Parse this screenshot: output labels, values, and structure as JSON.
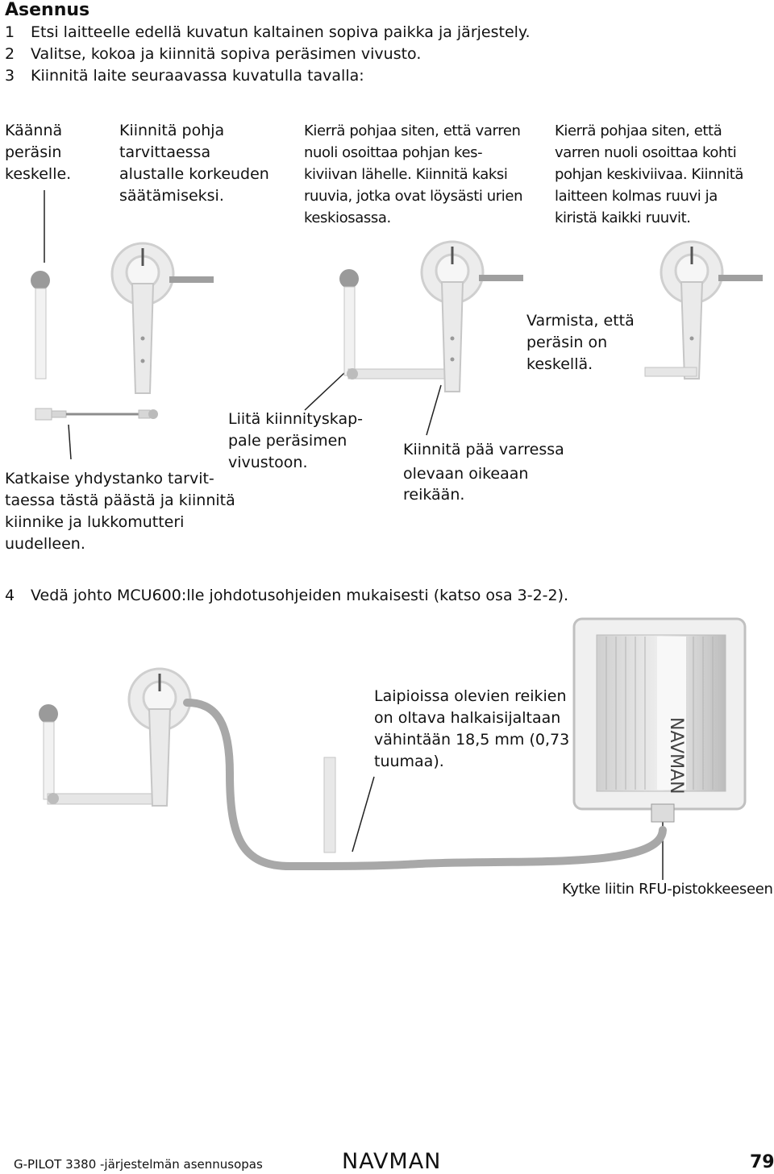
{
  "heading": "Asennus",
  "steps": [
    {
      "num": "1",
      "text": "Etsi laitteelle edellä kuvatun kaltainen sopiva paikka ja järjestely."
    },
    {
      "num": "2",
      "text": "Valitse, kokoa ja kiinnitä sopiva peräsimen vivusto."
    },
    {
      "num": "3",
      "text": "Kiinnitä laite seuraavassa kuvatulla tavalla:"
    }
  ],
  "captions_top": [
    {
      "lines": [
        "Käännä",
        "peräsin",
        "keskelle."
      ]
    },
    {
      "lines": [
        "Kiinnitä pohja",
        "tarvittaessa",
        "alustalle korkeuden",
        "säätämiseksi."
      ]
    },
    {
      "lines": [
        "Kierrä pohjaa siten, että varren",
        "nuoli osoittaa pohjan kes-",
        "kiviivan lähelle. Kiinnitä kaksi",
        "ruuvia, jotka ovat löysästi urien",
        "keskiosassa."
      ]
    },
    {
      "lines": [
        "Kierrä pohjaa siten, että",
        "varren nuoli osoittaa kohti",
        "pohjan keskiviivaa. Kiinnitä",
        "laitteen kolmas ruuvi ja",
        "kiristä kaikki ruuvit."
      ]
    }
  ],
  "caption_center_rudder": {
    "lines": [
      "Varmista, että",
      "peräsin on",
      "keskellä."
    ]
  },
  "caption_cut_rod": {
    "lines": [
      "Katkaise yhdystanko tarvit-",
      "taessa tästä päästä ja kiinnitä",
      "kiinnike ja lukkomutteri",
      "uudelleen."
    ]
  },
  "caption_attach_fitting": {
    "lines": [
      "Liitä kiinnityskap-",
      "pale peräsimen",
      "vivustoon."
    ]
  },
  "caption_attach_end": {
    "lines": [
      "Kiinnitä pää varressa",
      "olevaan oikeaan",
      "reikään."
    ]
  },
  "step4": {
    "num": "4",
    "text": "Vedä johto MCU600:lle johdotusohjeiden mukaisesti (katso osa 3-2-2)."
  },
  "caption_holes": {
    "lines": [
      "Laipioissa olevien reikien",
      "on oltava halkaisijaltaan",
      "vähintään 18,5 mm (0,73",
      "tuumaa)."
    ]
  },
  "caption_connect": "Kytke liitin RFU-pistokkeeseen",
  "mcu_label": "NAVMAN",
  "footer": {
    "doc_title": "G-PILOT 3380 -järjestelmän asennusopas",
    "brand": "NAVMAN",
    "page": "79"
  }
}
